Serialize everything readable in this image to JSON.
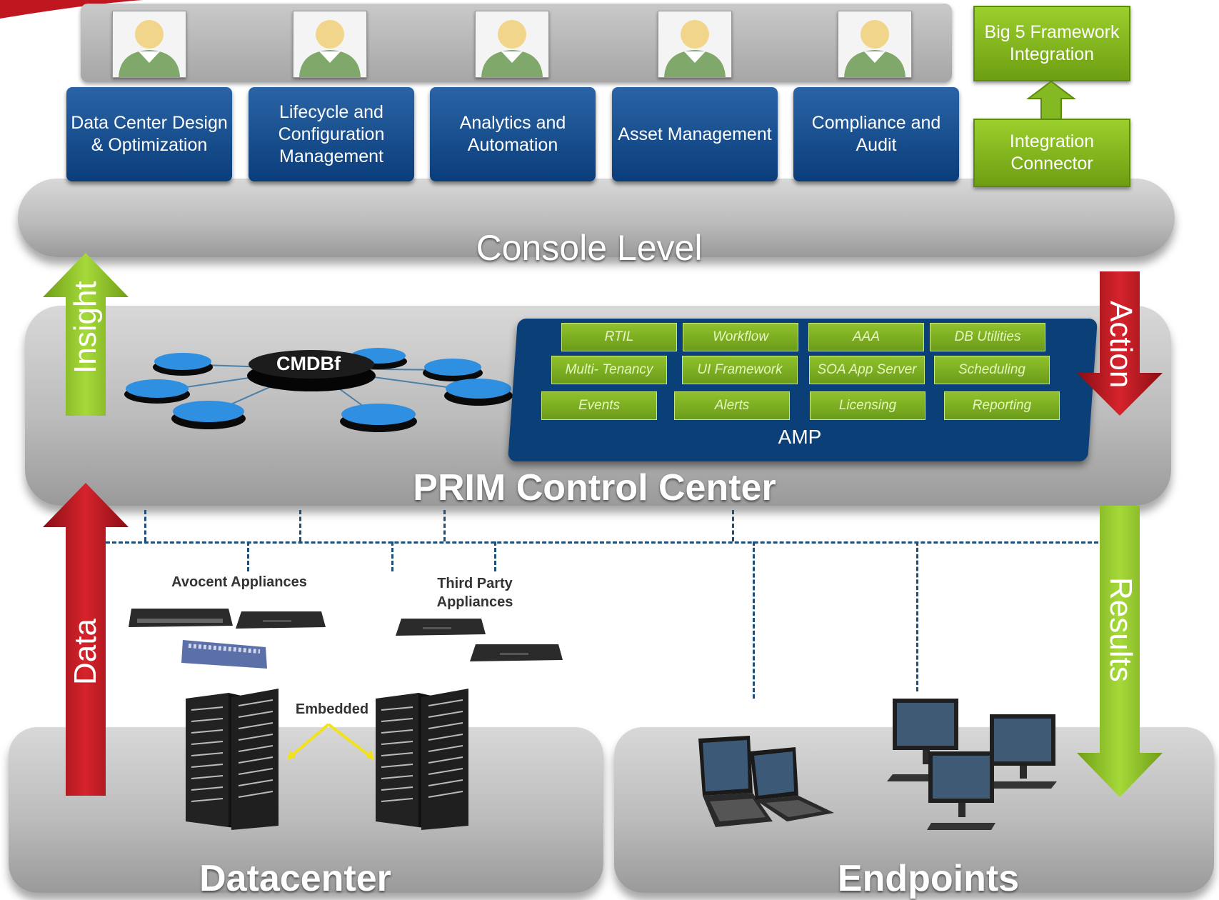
{
  "console": {
    "modules": [
      "Data Center Design & Optimization",
      "Lifecycle and Configuration Management",
      "Analytics and Automation",
      "Asset Management",
      "Compliance and Audit"
    ],
    "integration_connector": "Integration Connector",
    "big5": "Big 5 Framework Integration",
    "level_label": "Console Level"
  },
  "control_center": {
    "cmdb_label": "CMDBf",
    "amp_label": "AMP",
    "amp_cells": [
      "RTIL",
      "Workflow",
      "AAA",
      "DB Utilities",
      "Multi- Tenancy",
      "UI Framework",
      "SOA App Server",
      "Scheduling",
      "Events",
      "Alerts",
      "Licensing",
      "Reporting"
    ],
    "label": "PRIM Control Center"
  },
  "arrows": {
    "insight": "Insight",
    "action": "Action",
    "data": "Data",
    "results": "Results"
  },
  "datacenter": {
    "avocent_label": "Avocent Appliances",
    "third_party_label": "Third Party Appliances",
    "embedded_label": "Embedded",
    "label": "Datacenter"
  },
  "endpoints": {
    "label": "Endpoints"
  },
  "colors": {
    "module_blue": "#0a3d7a",
    "accent_green": "#7fb21d",
    "accent_red": "#b3121c",
    "shelf_gray": "#bcbcbc"
  }
}
